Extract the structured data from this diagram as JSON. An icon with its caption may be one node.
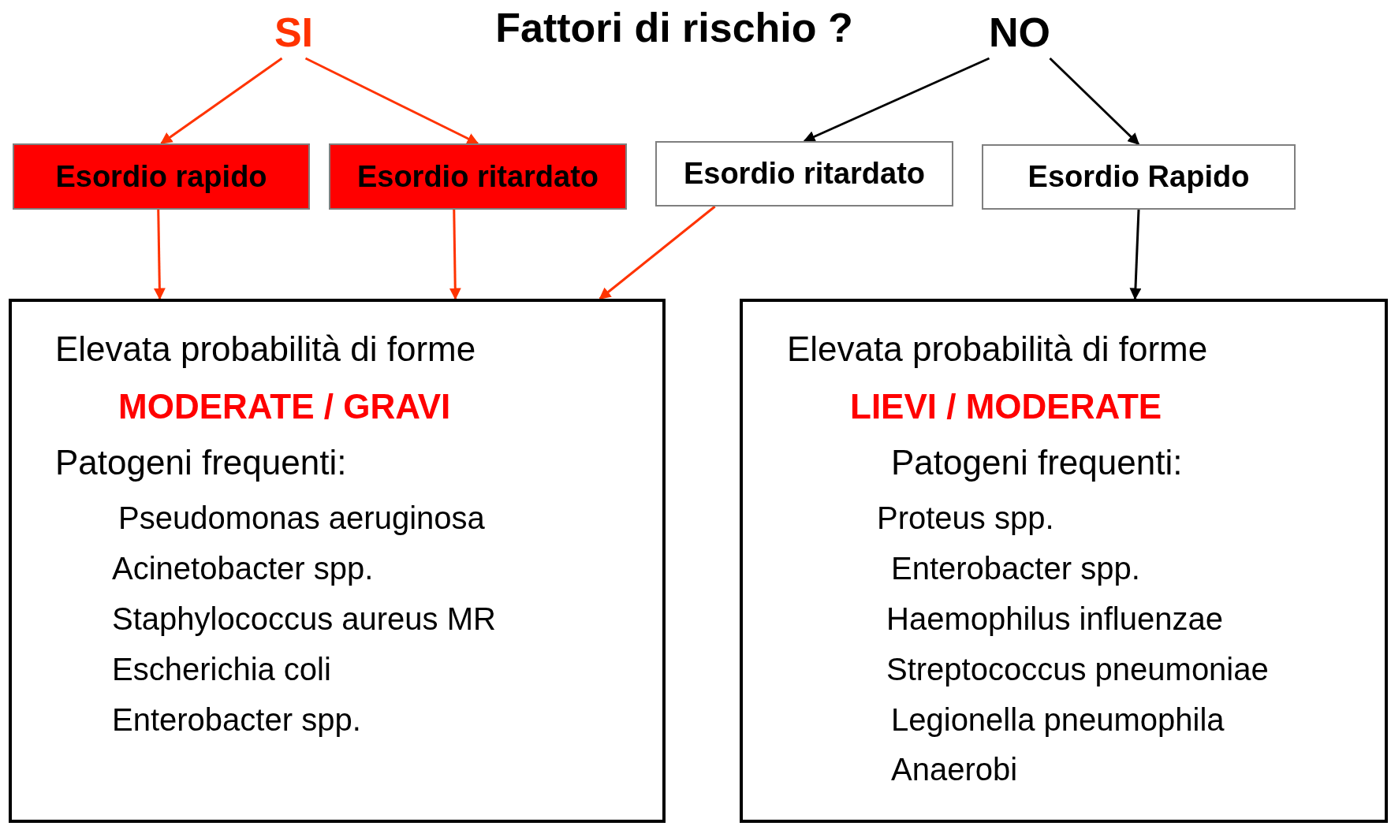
{
  "diagram": {
    "title": "Fattori di rischio ?",
    "nodes": [
      {
        "text": [
          "SI"
        ]
      },
      {
        "text": [
          "NO"
        ]
      },
      {
        "text": [
          "Esordio rapido"
        ]
      },
      {
        "text": [
          "Esordio ritardato"
        ]
      },
      {
        "text": [
          "Esordio ritardato"
        ]
      },
      {
        "text": [
          "Esordio Rapido"
        ]
      },
      {
        "text": [
          "Elevata probabilità di forme",
          "MODERATE / GRAVI",
          "Patogeni frequenti:",
          "Pseudomonas aeruginosa",
          "Acinetobacter spp.",
          "Staphylococcus aureus MR",
          "Escherichia coli",
          "Enterobacter spp."
        ]
      },
      {
        "text": [
          "Elevata probabilità di forme",
          "LIEVI / MODERATE",
          "Patogeni frequenti:",
          "Proteus spp.",
          "Enterobacter spp.",
          "Haemophilus influenzae",
          "Streptococcus pneumoniae",
          "Legionella pneumophila",
          "Anaerobi"
        ]
      }
    ],
    "edges": [
      {
        "from": 0,
        "to": 2,
        "arrow": "to"
      },
      {
        "from": 0,
        "to": 3,
        "arrow": "to"
      },
      {
        "from": 1,
        "to": 4,
        "arrow": "to",
        "color": "#000000"
      },
      {
        "from": 1,
        "to": 5,
        "arrow": "to",
        "color": "#000000"
      },
      {
        "from": 2,
        "to": 6,
        "arrow": "to"
      },
      {
        "from": 3,
        "to": 6,
        "arrow": "to"
      },
      {
        "from": 4,
        "to": 6,
        "arrow": "to"
      },
      {
        "from": 5,
        "to": 7,
        "arrow": "to",
        "color": "#000000"
      }
    ]
  }
}
